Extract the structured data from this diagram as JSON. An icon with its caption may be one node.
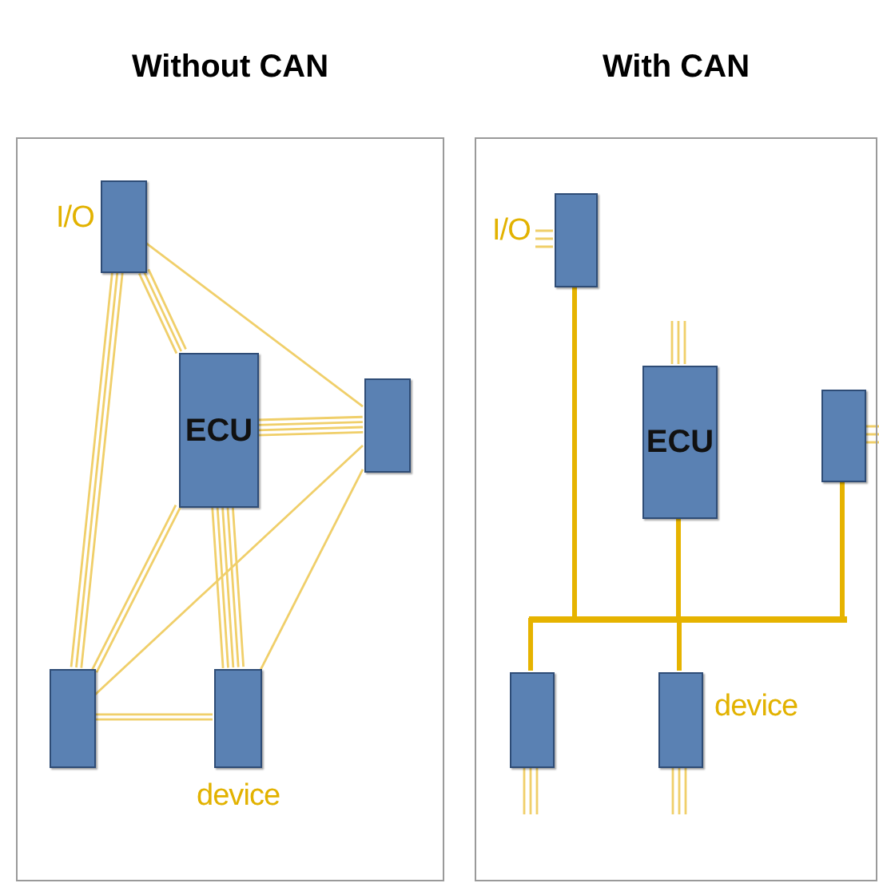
{
  "diagram": {
    "nodes": [
      {
        "text": [
          "Without CAN"
        ]
      },
      {
        "text": [],
        "shape": "box",
        "in": 0,
        "beside": [
          "I/O"
        ]
      },
      {
        "text": [
          "ECU"
        ],
        "in": 0
      },
      {
        "text": [],
        "shape": "box",
        "in": 0
      },
      {
        "text": [],
        "shape": "box",
        "in": 0
      },
      {
        "text": [],
        "shape": "box",
        "in": 0,
        "beside": [
          "device"
        ]
      },
      {
        "text": [
          "With CAN"
        ]
      },
      {
        "text": [],
        "shape": "box",
        "in": 6,
        "beside": [
          "I/O"
        ]
      },
      {
        "text": [
          "ECU"
        ],
        "in": 6
      },
      {
        "text": [],
        "shape": "box",
        "in": 6
      },
      {
        "text": [],
        "shape": "box",
        "in": 6
      },
      {
        "text": [],
        "shape": "box",
        "in": 6,
        "beside": [
          "device"
        ]
      },
      {
        "text": [],
        "shape": "bar",
        "in": 6
      }
    ],
    "edges": [
      {
        "from": 1,
        "to": 2,
        "arrow": "none"
      },
      {
        "from": 1,
        "to": 3,
        "arrow": "none"
      },
      {
        "from": 1,
        "to": 4,
        "arrow": "none"
      },
      {
        "from": 2,
        "to": 3,
        "arrow": "none"
      },
      {
        "from": 2,
        "to": 5,
        "arrow": "none"
      },
      {
        "from": 2,
        "to": 4,
        "arrow": "none"
      },
      {
        "from": 3,
        "to": 4,
        "arrow": "none"
      },
      {
        "from": 3,
        "to": 5,
        "arrow": "none"
      },
      {
        "from": 4,
        "to": 5,
        "arrow": "none"
      },
      {
        "from": 7,
        "to": 12,
        "arrow": "none",
        "style": "thick",
        "color": "#e6b300"
      },
      {
        "from": 8,
        "to": 12,
        "arrow": "none",
        "style": "thick",
        "color": "#e6b300"
      },
      {
        "from": 9,
        "to": 12,
        "arrow": "none",
        "style": "thick",
        "color": "#e6b300"
      },
      {
        "from": 10,
        "to": 12,
        "arrow": "none",
        "style": "thick",
        "color": "#e6b300"
      },
      {
        "from": 11,
        "to": 12,
        "arrow": "none",
        "style": "thick",
        "color": "#e6b300"
      },
      {
        "from": 7,
        "to": null,
        "arrow": "none"
      },
      {
        "from": 8,
        "to": null,
        "arrow": "none"
      },
      {
        "from": 9,
        "to": null,
        "arrow": "none"
      },
      {
        "from": 10,
        "to": null,
        "arrow": "none"
      },
      {
        "from": 11,
        "to": null,
        "arrow": "none"
      }
    ]
  }
}
